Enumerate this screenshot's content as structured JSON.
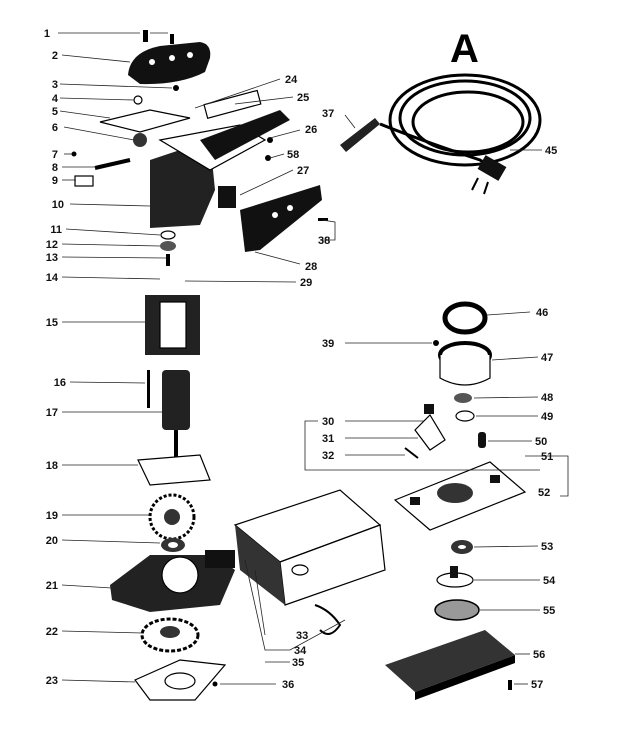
{
  "diagram": {
    "sheet_letter": "A",
    "callouts": [
      "1",
      "2",
      "3",
      "4",
      "5",
      "6",
      "7",
      "8",
      "9",
      "10",
      "11",
      "12",
      "13",
      "14",
      "15",
      "16",
      "17",
      "18",
      "19",
      "20",
      "21",
      "22",
      "23",
      "24",
      "25",
      "26",
      "27",
      "28",
      "29",
      "30",
      "31",
      "32",
      "33",
      "34",
      "35",
      "36",
      "37",
      "38",
      "39",
      "45",
      "46",
      "47",
      "48",
      "49",
      "50",
      "51",
      "52",
      "53",
      "54",
      "55",
      "56",
      "57",
      "58"
    ]
  },
  "colors": {
    "ink": "#000000",
    "paper": "#ffffff"
  }
}
